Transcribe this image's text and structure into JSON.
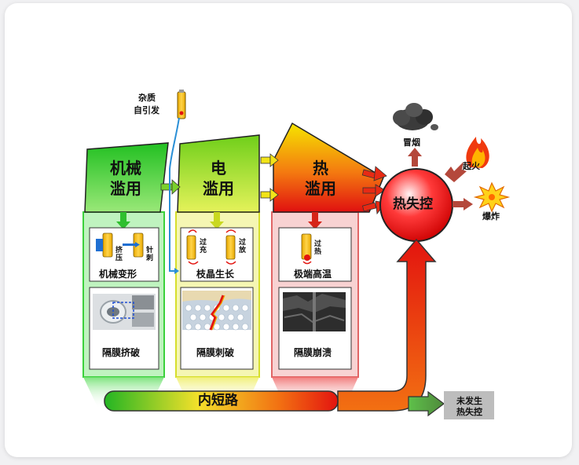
{
  "impurity": {
    "label_line1": "杂质",
    "label_line2": "自引发"
  },
  "stages": [
    {
      "line1": "机械",
      "line2": "滥用",
      "color_top": "#2fc72f",
      "color_bottom": "#86e36b"
    },
    {
      "line1": "电",
      "line2": "滥用",
      "color_top": "#7ccf1f",
      "color_bottom": "#d8f04c"
    },
    {
      "line1": "热",
      "line2": "滥用",
      "color_top": "#f3d400",
      "color_bottom": "#e51b14"
    }
  ],
  "panels": {
    "mechanical": {
      "caption_top": "机械变形",
      "caption_bottom": "隔膜挤破",
      "tag_squeeze": "挤压",
      "tag_pierce": "针刺"
    },
    "electrical": {
      "caption_top": "枝晶生长",
      "caption_bottom": "隔膜刺破",
      "tag_overcharge": "过充",
      "tag_overdischarge": "过放"
    },
    "thermal": {
      "caption_top": "极端高温",
      "caption_bottom": "隔膜崩溃",
      "tag_overheat": "过热"
    }
  },
  "runaway": {
    "label": "热失控"
  },
  "outcomes": {
    "smoke": "冒烟",
    "fire": "起火",
    "explosion": "爆炸"
  },
  "short_circuit": {
    "label": "内短路"
  },
  "no_runaway": {
    "line1": "未发生",
    "line2": "热失控"
  }
}
